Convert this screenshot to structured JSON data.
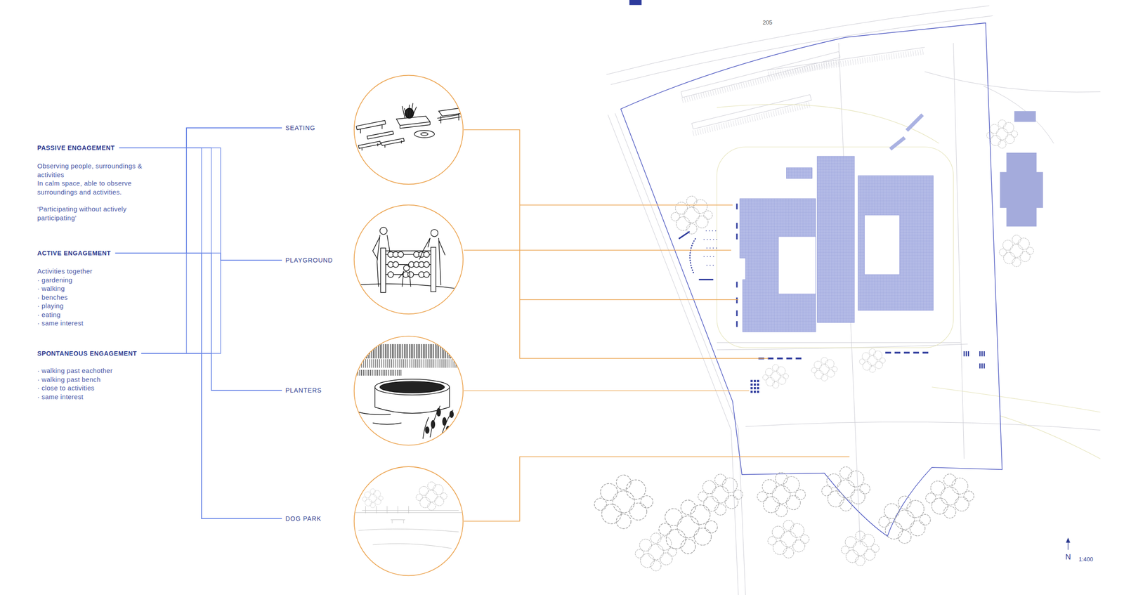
{
  "diagram": {
    "nodes": [
      {
        "text": [
          "PASSIVE ENGAGEMENT",
          "Observing people, surroundings & activities",
          "In calm space, able to observe surroundings and activities.",
          "‘Participating without actively participating’"
        ]
      },
      {
        "text": [
          "ACTIVE ENGAGEMENT",
          "Activities together",
          "· gardening",
          "· walking",
          "· benches",
          "· playing",
          "· eating",
          "· same interest"
        ]
      },
      {
        "text": [
          "SPONTANEOUS ENGAGEMENT",
          "· walking past eachother",
          "· walking past bench",
          "· close to activities",
          "· same interest"
        ]
      },
      {
        "text": [
          "SEATING"
        ]
      },
      {
        "text": [
          "PLAYGROUND"
        ]
      },
      {
        "text": [
          "PLANTERS"
        ]
      },
      {
        "text": [
          "DOG PARK"
        ]
      }
    ],
    "edges": [
      {
        "from": 0,
        "to": 3,
        "arrow": "none"
      },
      {
        "from": 0,
        "to": 4,
        "arrow": "none"
      },
      {
        "from": 0,
        "to": 5,
        "arrow": "none"
      },
      {
        "from": 0,
        "to": 6,
        "arrow": "none"
      },
      {
        "from": 1,
        "to": 3,
        "arrow": "none"
      },
      {
        "from": 1,
        "to": 4,
        "arrow": "none"
      },
      {
        "from": 1,
        "to": 5,
        "arrow": "none"
      },
      {
        "from": 1,
        "to": 6,
        "arrow": "none"
      },
      {
        "from": 2,
        "to": 3,
        "arrow": "none"
      },
      {
        "from": 2,
        "to": 4,
        "arrow": "none"
      },
      {
        "from": 2,
        "to": 5,
        "arrow": "none"
      },
      {
        "from": 2,
        "to": 6,
        "arrow": "none"
      }
    ],
    "labels": [
      "205",
      "N",
      "1:400"
    ]
  }
}
